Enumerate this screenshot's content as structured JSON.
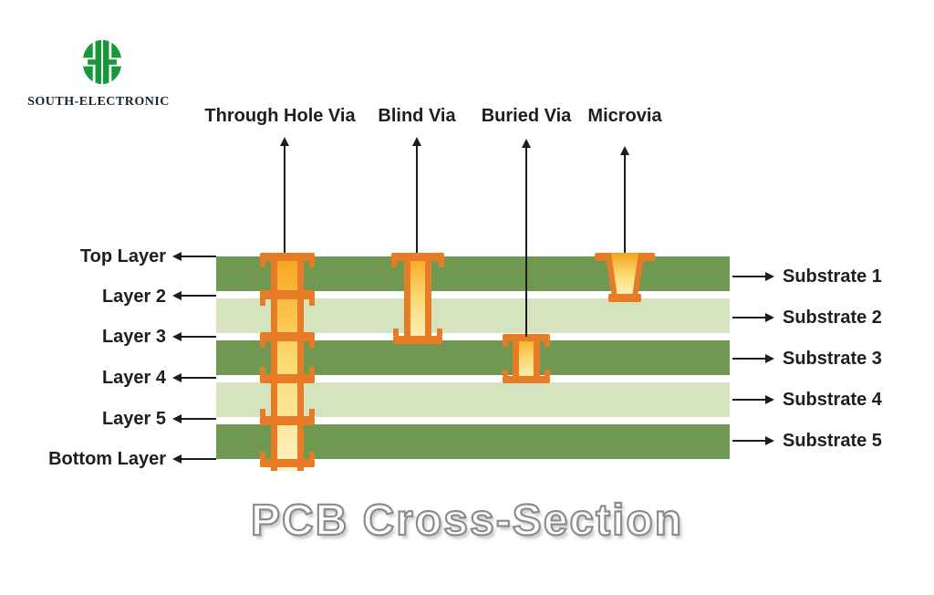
{
  "brand": {
    "name": "SOUTH-ELECTRONIC",
    "icon": "hh-monogram-icon"
  },
  "title": "PCB Cross-Section",
  "diagram": {
    "type": "pcb-cross-section",
    "via_types": [
      {
        "label": "Through Hole Via"
      },
      {
        "label": "Blind Via"
      },
      {
        "label": "Buried Via"
      },
      {
        "label": "Microvia"
      }
    ],
    "copper_layers": [
      {
        "label": "Top Layer"
      },
      {
        "label": "Layer 2"
      },
      {
        "label": "Layer 3"
      },
      {
        "label": "Layer 4"
      },
      {
        "label": "Layer 5"
      },
      {
        "label": "Bottom Layer"
      }
    ],
    "substrates": [
      {
        "label": "Substrate 1",
        "tone": "dark"
      },
      {
        "label": "Substrate 2",
        "tone": "light"
      },
      {
        "label": "Substrate 3",
        "tone": "dark"
      },
      {
        "label": "Substrate 4",
        "tone": "light"
      },
      {
        "label": "Substrate 5",
        "tone": "dark"
      }
    ]
  },
  "colors": {
    "substrate_dark": "#6f9851",
    "substrate_light": "#d6e3bf",
    "copper_orange": "#e87b26",
    "via_fill_top": "#f6a31c",
    "via_fill_mid": "#fcda72",
    "via_fill_bottom": "#fdf2c4",
    "logo_green": "#17993b",
    "label_text": "#1e1e1e",
    "title_fill": "#ffffff",
    "title_outline": "#8c8c8c"
  }
}
